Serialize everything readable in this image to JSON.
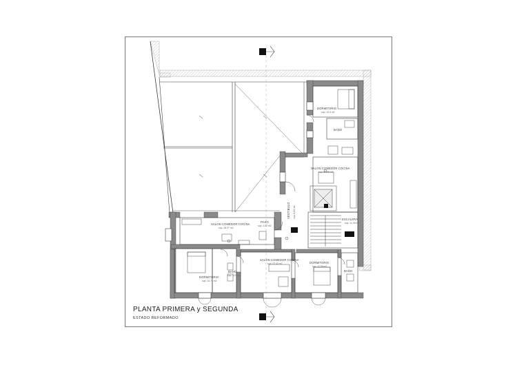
{
  "drawing": {
    "title": "PLANTA PRIMERA y SEGUNDA",
    "subtitle": "ESTADO REFORMADO",
    "colors": {
      "wall": "#8a8a8a",
      "hatch": "#bfbfbf",
      "line": "#3a3a3a",
      "frame": "#555555"
    }
  },
  "rooms": [
    {
      "key": "dorm_ne",
      "name": "DORMITORIO",
      "area": "sup. 12,3 m2"
    },
    {
      "key": "bano_ne",
      "name": "BAÑO",
      "area": ""
    },
    {
      "key": "salon_ne",
      "name": "SALON COMEDOR COCINA",
      "area": "sup. 29,65 m2"
    },
    {
      "key": "salon_w",
      "name": "SALON COMEDOR COCINA",
      "area": "sup. 28,97 m2"
    },
    {
      "key": "paso",
      "name": "PASO",
      "area": "sup. 3,02 m2"
    },
    {
      "key": "vest",
      "name": "VESTIBULO",
      "area": "sup. 8,84 m2"
    },
    {
      "key": "escalera",
      "name": "ESCALERA",
      "area": "sup. 11,39 m2"
    },
    {
      "key": "dorm_sw",
      "name": "DORMITORIO",
      "area": "sup. 14,74 m2"
    },
    {
      "key": "bano_sw",
      "name": "BAÑO",
      "area": "sup. 4,03 m2"
    },
    {
      "key": "salon_s",
      "name": "SALON COMEDOR COCINA",
      "area": "sup. 27,40 m2"
    },
    {
      "key": "dorm_se",
      "name": "DORMITORIO",
      "area": "sup. 11,59 m2"
    },
    {
      "key": "bano_se",
      "name": "BAÑO",
      "area": ""
    }
  ]
}
